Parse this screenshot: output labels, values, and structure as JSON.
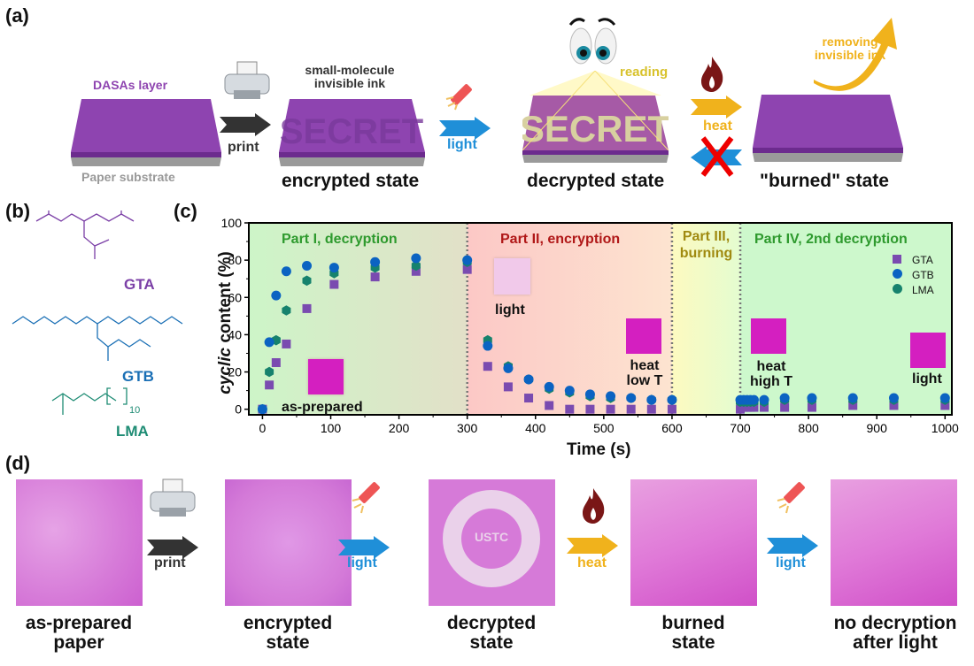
{
  "panel_labels": {
    "a": "(a)",
    "b": "(b)",
    "c": "(c)",
    "d": "(d)"
  },
  "panel_a": {
    "dasas_layer": "DASAs layer",
    "paper_substrate": "Paper substrate",
    "print_label": "print",
    "ink_label_line1": "small-molecule",
    "ink_label_line2": "invisible ink",
    "secret_text": "SECRET",
    "encrypted_state": "encrypted state",
    "light_label": "light",
    "reading_label": "reading",
    "decrypted_state": "decrypted state",
    "heat_label": "heat",
    "removing_line1": "removing",
    "removing_line2": "invisible ink",
    "burned_state": "\"burned\" state"
  },
  "panel_b": {
    "molecules": [
      {
        "name": "GTA",
        "color": "#7b3fa6"
      },
      {
        "name": "GTB",
        "color": "#1a6fb5"
      },
      {
        "name": "LMA",
        "color": "#1e8c74"
      }
    ],
    "lma_subscript": "10"
  },
  "panel_d": {
    "steps": [
      {
        "caption_line1": "as-prepared",
        "caption_line2": "paper"
      },
      {
        "caption_line1": "encrypted",
        "caption_line2": "state"
      },
      {
        "caption_line1": "decrypted",
        "caption_line2": "state"
      },
      {
        "caption_line1": "burned",
        "caption_line2": "state"
      },
      {
        "caption_line1": "no decryption",
        "caption_line2": "after light"
      }
    ],
    "arrows": [
      {
        "label": "print",
        "color": "#333333"
      },
      {
        "label": "light",
        "color": "#1f8fd8"
      },
      {
        "label": "heat",
        "color": "#f0b21c"
      },
      {
        "label": "light",
        "color": "#1f8fd8"
      }
    ],
    "logo_text": "USTC"
  },
  "chart_data": {
    "type": "scatter",
    "title": "",
    "xlabel": "Time (s)",
    "ylabel_italic": "cyclic",
    "ylabel_rest": " content (%)",
    "xlim": [
      -20,
      1010
    ],
    "ylim": [
      -3,
      100
    ],
    "xticks": [
      0,
      100,
      200,
      300,
      400,
      500,
      600,
      700,
      800,
      900,
      1000
    ],
    "yticks": [
      0,
      20,
      40,
      60,
      80,
      100
    ],
    "grid": false,
    "legend_position": "top-right",
    "regions": [
      {
        "label": "Part I, decryption",
        "label2": "",
        "x0": -20,
        "x1": 300,
        "color": "#2e9a2e"
      },
      {
        "label": "Part II, encryption",
        "label2": "",
        "x0": 300,
        "x1": 600,
        "color": "#b01818"
      },
      {
        "label": "Part III,",
        "label2": "burning",
        "x0": 600,
        "x1": 700,
        "color": "#a08a10"
      },
      {
        "label": "Part IV, 2nd decryption",
        "label2": "",
        "x0": 700,
        "x1": 1010,
        "color": "#2e9a2e"
      }
    ],
    "annotations": [
      {
        "text": "as-prepared",
        "x": 105,
        "y": 0
      },
      {
        "text": "light",
        "x": 340,
        "y": 52
      },
      {
        "text": "heat",
        "x": 555,
        "y": 18
      },
      {
        "text": "low T",
        "x": 555,
        "y": 8
      },
      {
        "text": "heat",
        "x": 745,
        "y": 18
      },
      {
        "text": "high T",
        "x": 745,
        "y": 8
      },
      {
        "text": "light",
        "x": 975,
        "y": 8
      }
    ],
    "series": [
      {
        "name": "GTA",
        "marker": "square",
        "color": "#7a4bb0",
        "x": [
          0,
          10,
          20,
          35,
          65,
          105,
          165,
          225,
          300,
          330,
          360,
          390,
          420,
          450,
          480,
          510,
          540,
          570,
          600,
          700,
          705,
          710,
          715,
          720,
          735,
          765,
          805,
          865,
          925,
          1000
        ],
        "y": [
          0,
          13,
          25,
          35,
          54,
          67,
          71,
          74,
          75,
          23,
          12,
          6,
          2,
          0,
          0,
          0,
          0,
          0,
          0,
          0,
          1,
          1,
          1,
          1,
          1,
          1,
          1,
          2,
          2,
          2
        ]
      },
      {
        "name": "GTB",
        "marker": "circle",
        "color": "#0b63c2",
        "x": [
          0,
          10,
          20,
          35,
          65,
          105,
          165,
          225,
          300,
          330,
          360,
          390,
          420,
          450,
          480,
          510,
          540,
          570,
          600,
          700,
          705,
          710,
          715,
          720,
          735,
          765,
          805,
          865,
          925,
          1000
        ],
        "y": [
          0,
          36,
          61,
          74,
          77,
          76,
          79,
          81,
          80,
          34,
          22,
          16,
          12,
          10,
          8,
          7,
          6,
          5,
          5,
          5,
          5,
          5,
          5,
          5,
          5,
          6,
          6,
          6,
          6,
          6
        ]
      },
      {
        "name": "LMA",
        "marker": "hexagon",
        "color": "#16826d",
        "x": [
          0,
          10,
          20,
          35,
          65,
          105,
          165,
          225,
          300,
          330,
          360,
          390,
          420,
          450,
          480,
          510,
          540,
          570,
          600,
          700,
          705,
          710,
          715,
          720,
          735,
          765,
          805,
          865,
          925,
          1000
        ],
        "y": [
          0,
          20,
          37,
          53,
          69,
          73,
          76,
          77,
          79,
          37,
          23,
          16,
          11,
          9,
          7,
          6,
          6,
          5,
          5,
          4,
          4,
          4,
          4,
          4,
          4,
          5,
          5,
          5,
          5,
          5
        ]
      }
    ]
  }
}
